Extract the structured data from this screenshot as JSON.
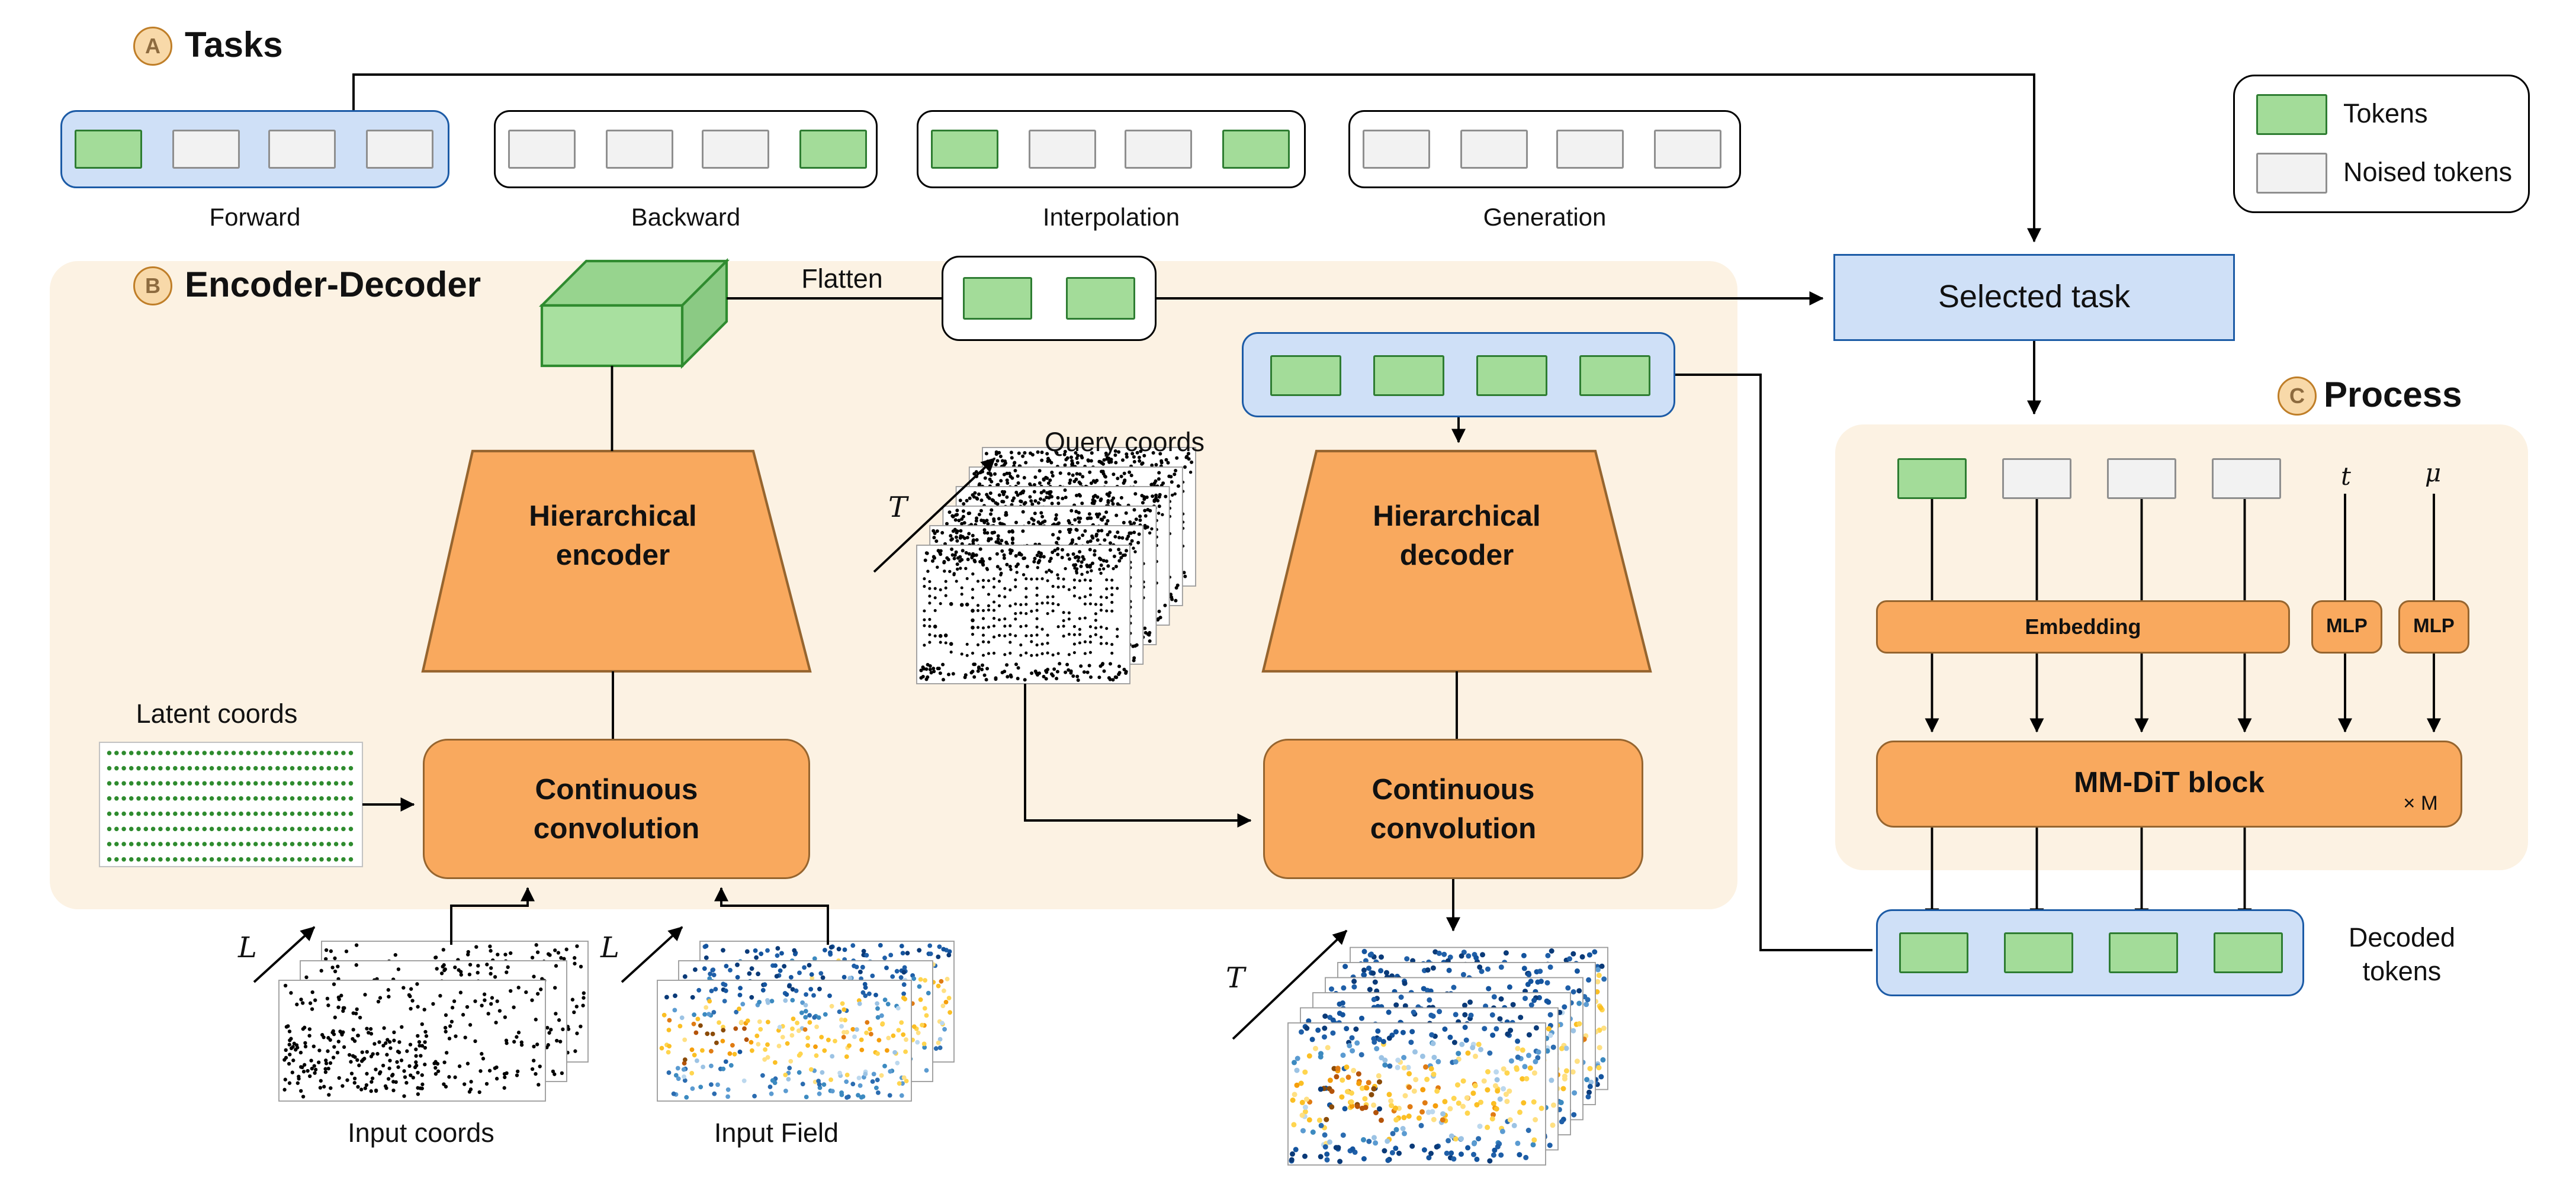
{
  "colors": {
    "panel": "#fcf2e3",
    "token_green": "#a3dc99",
    "token_green_border": "#2e7d32",
    "noised_fill": "#f2f2f2",
    "noised_border": "#8f8f8f",
    "blue_fill": "#cfe0f7",
    "blue_border": "#1c5ba6",
    "orange_fill": "#f9a95e",
    "orange_border": "#96652f",
    "badge_fill": "#f8d9a9",
    "badge_border": "#bf7e28",
    "badge_text": "#8d6b3f",
    "cube_front": "#a8e09f",
    "cube_top": "#97d48e",
    "cube_side": "#8bca84",
    "cube_border": "#2f8b2f",
    "latent_dot": "#2e8b2e",
    "line": "#000000"
  },
  "sections": {
    "a": {
      "badge": "A",
      "title": "Tasks"
    },
    "b": {
      "badge": "B",
      "title": "Encoder-Decoder"
    },
    "c": {
      "badge": "C",
      "title": "Process"
    }
  },
  "tasks": [
    {
      "name": "Forward",
      "tokens": [
        "token",
        "noised",
        "noised",
        "noised"
      ],
      "highlighted": true
    },
    {
      "name": "Backward",
      "tokens": [
        "noised",
        "noised",
        "noised",
        "token"
      ],
      "highlighted": false
    },
    {
      "name": "Interpolation",
      "tokens": [
        "token",
        "noised",
        "noised",
        "token"
      ],
      "highlighted": false
    },
    {
      "name": "Generation",
      "tokens": [
        "noised",
        "noised",
        "noised",
        "noised"
      ],
      "highlighted": false
    }
  ],
  "legend": {
    "items": [
      {
        "type": "token",
        "label": "Tokens"
      },
      {
        "type": "noised",
        "label": "Noised tokens"
      }
    ]
  },
  "token_rows": {
    "flatten": [
      "token",
      "token"
    ],
    "decoder_input": [
      "token",
      "token",
      "token",
      "token"
    ],
    "process_input": [
      "token",
      "noised",
      "noised",
      "noised"
    ],
    "decoded": [
      "token",
      "token",
      "token",
      "token"
    ]
  },
  "labels": {
    "flatten": "Flatten",
    "selected_task": "Selected task",
    "latent_coords": "Latent coords",
    "query_coords": "Query coords",
    "input_coords": "Input coords",
    "input_field": "Input Field",
    "decoded_line1": "Decoded",
    "decoded_line2": "tokens",
    "axis_l": "L",
    "axis_t": "T",
    "time_t": "t",
    "mu": "μ"
  },
  "blocks": {
    "encoder_line1": "Hierarchical",
    "encoder_line2": "encoder",
    "decoder_line1": "Hierarchical",
    "decoder_line2": "decoder",
    "conv_line1": "Continuous",
    "conv_line2": "convolution",
    "embedding": "Embedding",
    "mlp1": "MLP",
    "mlp2": "MLP",
    "mmdit": "MM-DiT block",
    "repeat": "× M"
  }
}
